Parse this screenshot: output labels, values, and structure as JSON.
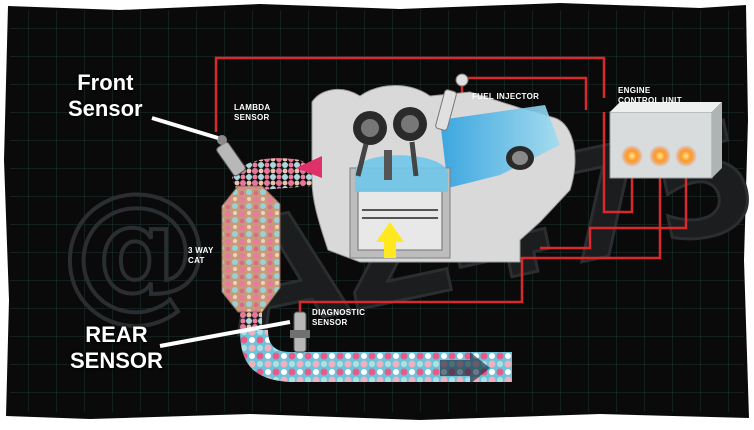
{
  "labels": {
    "front_sensor_line1": "Front",
    "front_sensor_line2": "Sensor",
    "rear_sensor_line1": "REAR",
    "rear_sensor_line2": "SENSOR",
    "lambda_line1": "LAMBDA",
    "lambda_line2": "SENSOR",
    "fuel_injector": "FUEL INJECTOR",
    "ecu_line1": "ENGINE",
    "ecu_line2": "CONTROL UNIT",
    "cat_line1": "3 WAY",
    "cat_line2": "CAT",
    "diag_line1": "DIAGNOSTIC",
    "diag_line2": "SENSOR"
  },
  "colors": {
    "background": "#0a0a0a",
    "grid": "#1f3a38",
    "wire": "#e02a2a",
    "engine_body": "#d9d9d9",
    "intake_blue": "#3fb6e8",
    "exhaust_pink": "#e85a8a",
    "catalyst_tan": "#c9a07a",
    "ecu_box": "#d8dcdc",
    "arrow_yellow": "#ffe820"
  },
  "watermark": "AZ4751"
}
